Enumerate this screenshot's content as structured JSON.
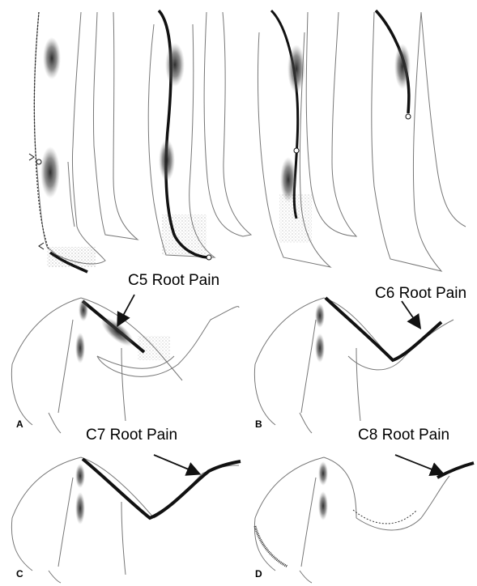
{
  "figure": {
    "labels": {
      "c5": "C5 Root Pain",
      "c6": "C6 Root Pain",
      "c7": "C7 Root Pain",
      "c8": "C8 Root Pain"
    },
    "panels": [
      "A",
      "B",
      "C",
      "D"
    ],
    "colors": {
      "ink": "#111111",
      "line": "#777777",
      "shade": "#555555"
    },
    "icons": [
      "leg-outline",
      "torso-arm-outline",
      "pain-path",
      "pain-shading",
      "arrow"
    ]
  }
}
